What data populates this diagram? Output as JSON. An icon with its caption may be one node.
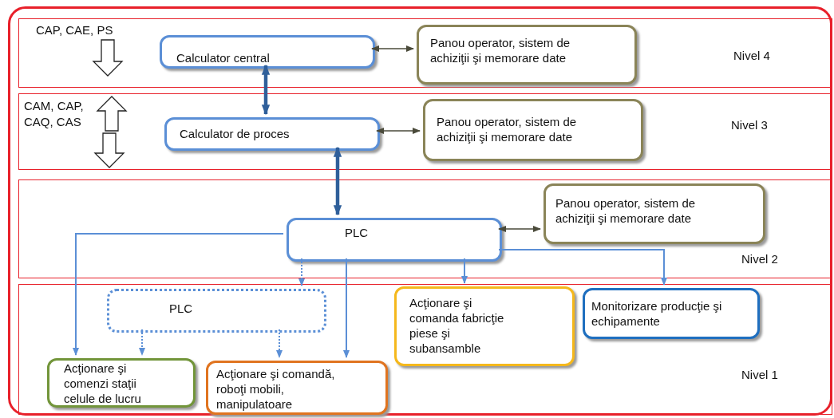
{
  "diagram": {
    "nodes": [
      {
        "text": [],
        "shape": "box"
      },
      {
        "text": [
          "Nivel 4"
        ],
        "in": 0
      },
      {
        "text": [
          "Calculator central"
        ],
        "in": 1
      },
      {
        "text": [
          "Panou operator, sistem de achiziţii şi memorare date"
        ],
        "in": 1
      },
      {
        "text": [
          "Nivel 3"
        ],
        "in": 0
      },
      {
        "text": [
          "Calculator de proces"
        ],
        "in": 4
      },
      {
        "text": [
          "Panou operator, sistem de achiziţii şi memorare date"
        ],
        "in": 4
      },
      {
        "text": [
          "Nivel 2"
        ],
        "in": 0
      },
      {
        "text": [
          "PLC"
        ],
        "in": 7
      },
      {
        "text": [
          "Panou operator, sistem de achiziţii şi memorare date"
        ],
        "in": 7
      },
      {
        "text": [
          "Nivel 1"
        ],
        "in": 0
      },
      {
        "text": [
          "PLC"
        ],
        "in": 10
      },
      {
        "text": [
          "Acţionare şi comenzi staţii celule de lucru"
        ],
        "in": 10
      },
      {
        "text": [
          "Acţionare şi comandă, roboţi mobili, manipulatoare"
        ],
        "in": 10
      },
      {
        "text": [
          "Acţionare şi comanda fabricţie piese şi subansamble"
        ],
        "in": 10
      },
      {
        "text": [
          "Monitorizare producţie şi echipamente"
        ],
        "in": 10
      }
    ],
    "edges": [
      {
        "from": 2,
        "to": 3,
        "arrow": "both",
        "color": "#4a4a3a"
      },
      {
        "from": 2,
        "to": 5,
        "arrow": "both",
        "style": "thick",
        "color": "#2f5f9a"
      },
      {
        "from": 5,
        "to": 6,
        "arrow": "both",
        "color": "#4a4a3a"
      },
      {
        "from": 5,
        "to": 8,
        "arrow": "both",
        "style": "thick",
        "color": "#2f5f9a"
      },
      {
        "from": 8,
        "to": 9,
        "arrow": "both",
        "color": "#4a4a3a"
      },
      {
        "from": 8,
        "to": 12,
        "arrow": "to"
      },
      {
        "from": 8,
        "to": 11,
        "arrow": "to",
        "style": "dashed"
      },
      {
        "from": 8,
        "to": 13,
        "arrow": "to"
      },
      {
        "from": 8,
        "to": 14,
        "arrow": "to"
      },
      {
        "from": 8,
        "to": 15,
        "arrow": "to"
      },
      {
        "from": 11,
        "to": 12,
        "arrow": "to",
        "style": "dashed"
      },
      {
        "from": 11,
        "to": 13,
        "arrow": "to",
        "style": "dashed"
      }
    ],
    "labels": [
      "CAP, CAE, PS",
      "CAM, CAP, CAQ, CAS"
    ]
  }
}
